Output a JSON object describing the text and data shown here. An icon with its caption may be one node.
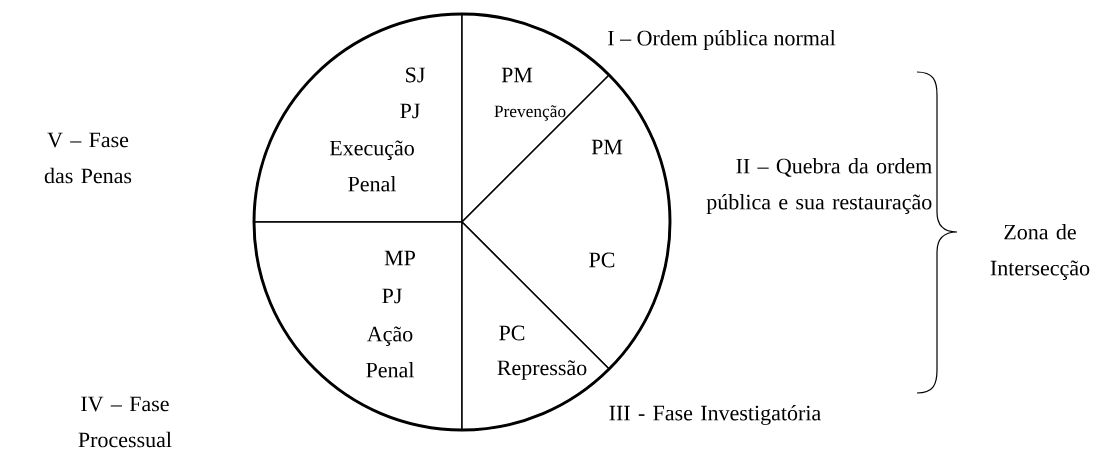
{
  "diagram": {
    "nodes": [
      {
        "text": [
          "SJ",
          "PJ",
          "Execução Penal"
        ]
      },
      {
        "text": [
          "PM",
          "Prevenção"
        ]
      },
      {
        "text": [
          "PM",
          "PC"
        ]
      },
      {
        "text": [
          "MP",
          "PJ",
          "Ação Penal"
        ]
      },
      {
        "text": [
          "PC",
          "Repressão"
        ]
      }
    ],
    "labels": [
      "I – Ordem pública normal",
      "V – Fase das Penas",
      "II – Quebra da ordem pública e sua restauração",
      "Zona de Intersecção",
      "IV – Fase Processual",
      "III - Fase Investigatória"
    ]
  }
}
